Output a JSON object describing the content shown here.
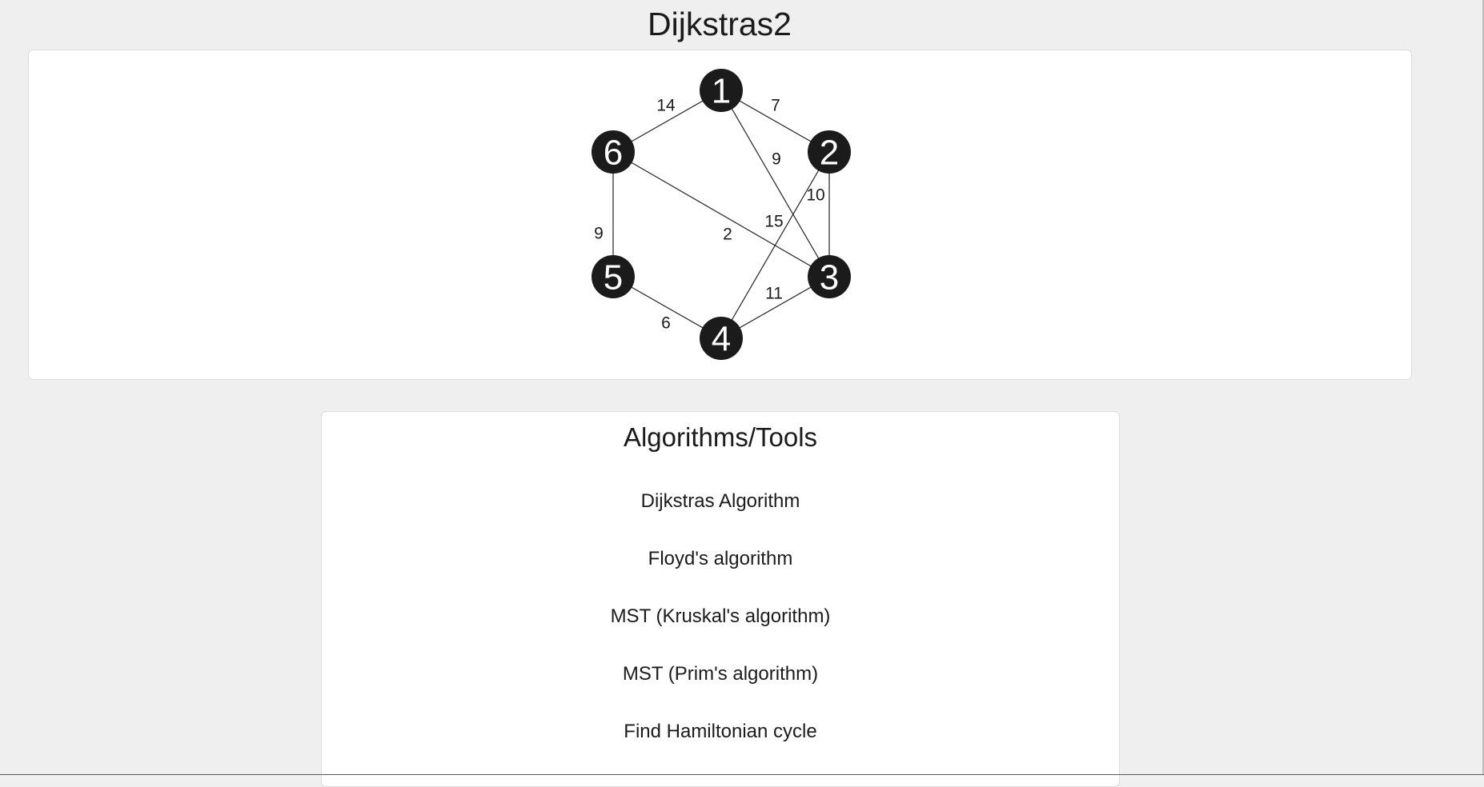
{
  "page": {
    "title": "Dijkstras2"
  },
  "graph": {
    "nodes": [
      {
        "id": "1",
        "label": "1"
      },
      {
        "id": "2",
        "label": "2"
      },
      {
        "id": "3",
        "label": "3"
      },
      {
        "id": "4",
        "label": "4"
      },
      {
        "id": "5",
        "label": "5"
      },
      {
        "id": "6",
        "label": "6"
      }
    ],
    "edges": [
      {
        "from": "1",
        "to": "2",
        "weight": "7"
      },
      {
        "from": "1",
        "to": "6",
        "weight": "14"
      },
      {
        "from": "1",
        "to": "3",
        "weight": "9"
      },
      {
        "from": "2",
        "to": "3",
        "weight": "10"
      },
      {
        "from": "2",
        "to": "4",
        "weight": "15"
      },
      {
        "from": "6",
        "to": "3",
        "weight": "2"
      },
      {
        "from": "6",
        "to": "5",
        "weight": "9"
      },
      {
        "from": "5",
        "to": "4",
        "weight": "6"
      },
      {
        "from": "4",
        "to": "3",
        "weight": "11"
      }
    ],
    "node_color": "#1b1b1b",
    "node_text_color": "#ffffff"
  },
  "tools": {
    "title": "Algorithms/Tools",
    "items": [
      "Dijkstras Algorithm",
      "Floyd's algorithm",
      "MST (Kruskal's algorithm)",
      "MST (Prim's algorithm)",
      "Find Hamiltonian cycle"
    ]
  }
}
